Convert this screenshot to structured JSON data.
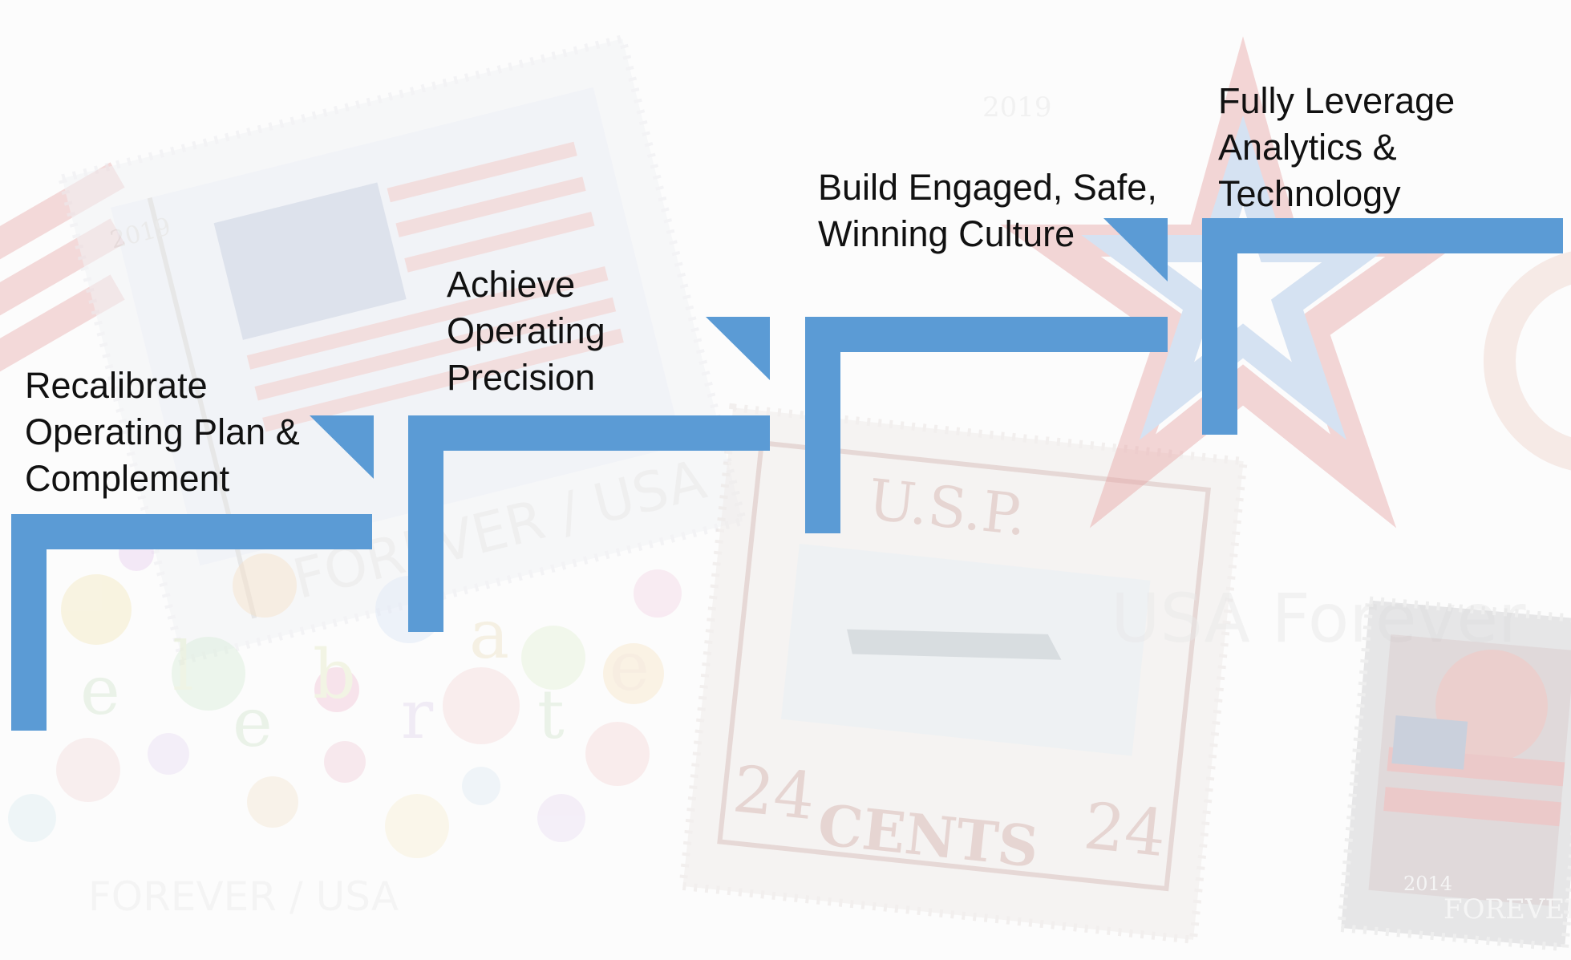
{
  "colors": {
    "step_blue": "#5b9bd5",
    "label_text": "#111111"
  },
  "steps": [
    {
      "lines": [
        "Recalibrate",
        "Operating Plan &",
        "Complement"
      ]
    },
    {
      "lines": [
        "Achieve",
        "Operating",
        "Precision"
      ]
    },
    {
      "lines": [
        "Build Engaged, Safe,",
        "Winning Culture"
      ]
    },
    {
      "lines": [
        "Fully Leverage",
        "Analytics &",
        "Technology"
      ]
    }
  ],
  "background": {
    "stamp_captions": [
      "FOREVER / USA",
      "FOREVER / USA",
      "USA Forever",
      "FOREVER"
    ],
    "stamp_years": [
      "2019",
      "2019",
      "2014"
    ],
    "celebrate_letters": [
      "e",
      "l",
      "e",
      "b",
      "r",
      "a",
      "t",
      "e"
    ],
    "airmail_value": "24",
    "airmail_denomination": "CENTS",
    "airmail_country": "U.S.P."
  }
}
